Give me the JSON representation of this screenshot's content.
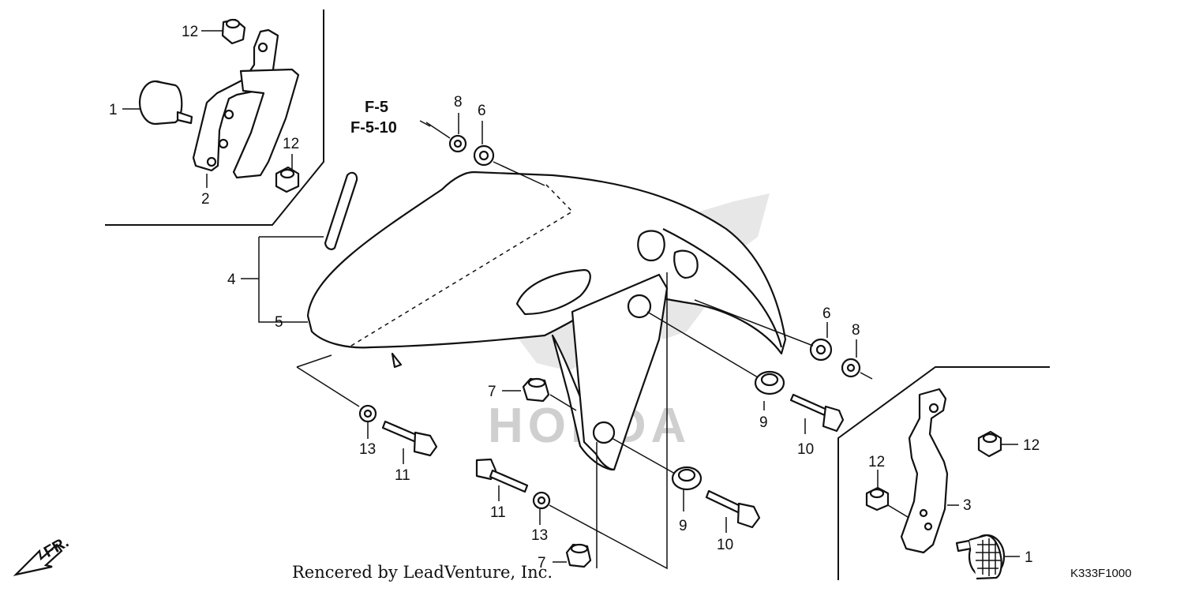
{
  "diagram": {
    "callouts": {
      "c1_top": "1",
      "c2": "2",
      "c12_top": "12",
      "c12_mid": "12",
      "c4": "4",
      "c5": "5",
      "c8_top": "8",
      "c6_top": "6",
      "c6_right": "6",
      "c8_right": "8",
      "c7_mid": "7",
      "c7_bot": "7",
      "c9_mid": "9",
      "c9_bot": "9",
      "c10_mid": "10",
      "c10_bot": "10",
      "c13_left": "13",
      "c13_mid": "13",
      "c11_left": "11",
      "c11_mid": "11",
      "c12_right_top": "12",
      "c12_right_mid": "12",
      "c3": "3",
      "c1_bot": "1"
    },
    "reference": [
      "F-5",
      "F-5-10"
    ],
    "direction_label": "FR.",
    "credit": "Rencered by LeadVenture, Inc.",
    "diagram_code": "K333F1000",
    "watermark_text": "HONDA"
  }
}
